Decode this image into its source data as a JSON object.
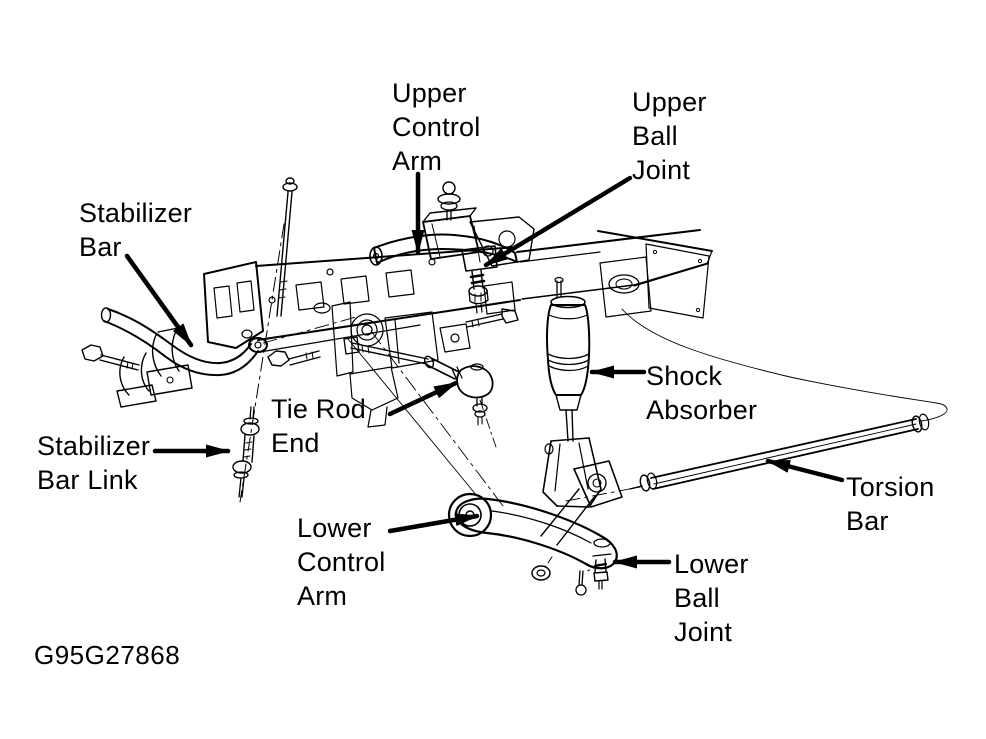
{
  "figure": {
    "code": "G95G27868"
  },
  "colors": {
    "ink": "#000000",
    "paper": "#ffffff"
  },
  "callouts": {
    "upper_control_arm": {
      "lines": [
        "Upper",
        "Control",
        "Arm"
      ]
    },
    "upper_ball_joint": {
      "lines": [
        "Upper",
        "Ball",
        "Joint"
      ]
    },
    "stabilizer_bar": {
      "lines": [
        "Stabilizer",
        "Bar"
      ]
    },
    "tie_rod_end": {
      "lines": [
        "Tie Rod",
        "End"
      ]
    },
    "stabilizer_bar_link": {
      "lines": [
        "Stabilizer",
        "Bar Link"
      ]
    },
    "shock_absorber": {
      "lines": [
        "Shock",
        "Absorber"
      ]
    },
    "torsion_bar": {
      "lines": [
        "Torsion",
        "Bar"
      ]
    },
    "lower_control_arm": {
      "lines": [
        "Lower",
        "Control",
        "Arm"
      ]
    },
    "lower_ball_joint": {
      "lines": [
        "Lower",
        "Ball",
        "Joint"
      ]
    }
  }
}
